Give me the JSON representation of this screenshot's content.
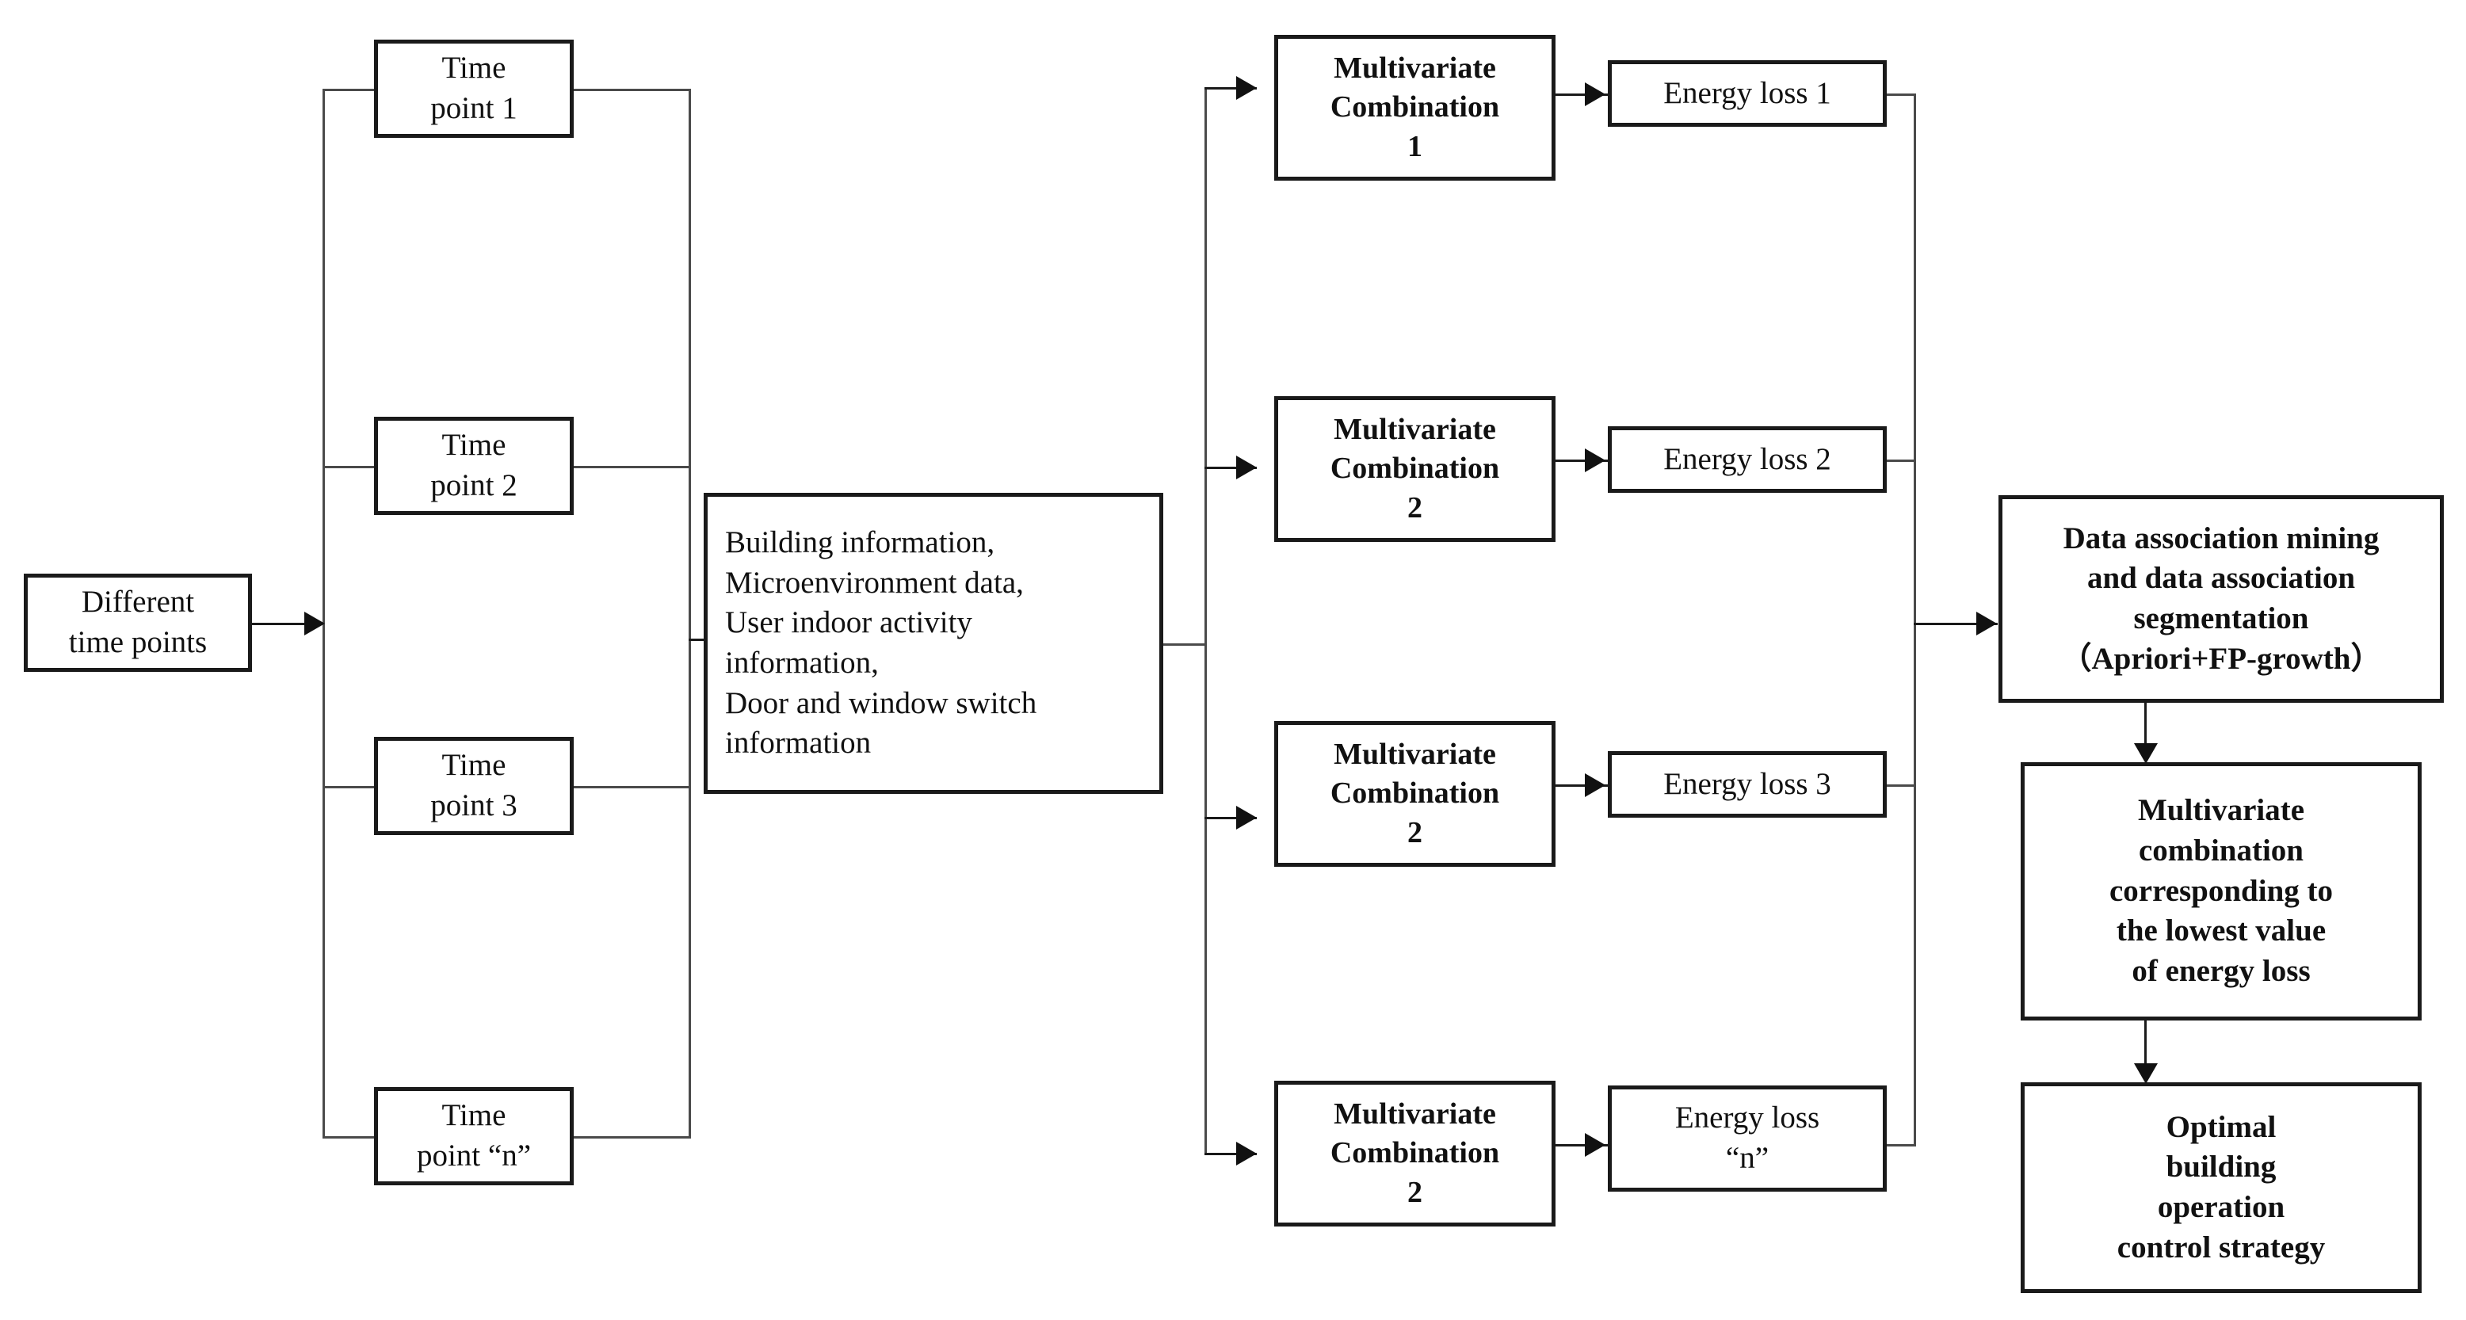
{
  "diagram": {
    "title": "Building energy optimization flowchart",
    "colors": {
      "box_border": "#1a1a1a",
      "connector": "#4a4a4a",
      "arrow": "#111111",
      "background": "#ffffff",
      "text": "#111111"
    },
    "nodes": {
      "different_time_points": "Different\ntime points",
      "time_point_1": "Time\npoint 1",
      "time_point_2": "Time\npoint 2",
      "time_point_3": "Time\npoint 3",
      "time_point_n": "Time\npoint “n”",
      "data_sources": "Building information,\nMicroenvironment data,\nUser indoor activity\ninformation,\nDoor and window switch\ninformation",
      "multivariate_combination_1": "Multivariate\nCombination\n1",
      "multivariate_combination_2": "Multivariate\nCombination\n2",
      "multivariate_combination_3": "Multivariate\nCombination\n2",
      "multivariate_combination_n": "Multivariate\nCombination\n2",
      "energy_loss_1": "Energy loss 1",
      "energy_loss_2": "Energy loss 2",
      "energy_loss_3": "Energy loss 3",
      "energy_loss_n": "Energy loss\n“n”",
      "data_association_mining": "Data association mining\nand data association\nsegmentation\n（Apriori+FP-growth）",
      "lowest_energy_combination": "Multivariate\ncombination\ncorresponding to\nthe lowest value\nof energy loss",
      "optimal_strategy": "Optimal\nbuilding\noperation\ncontrol strategy"
    }
  }
}
